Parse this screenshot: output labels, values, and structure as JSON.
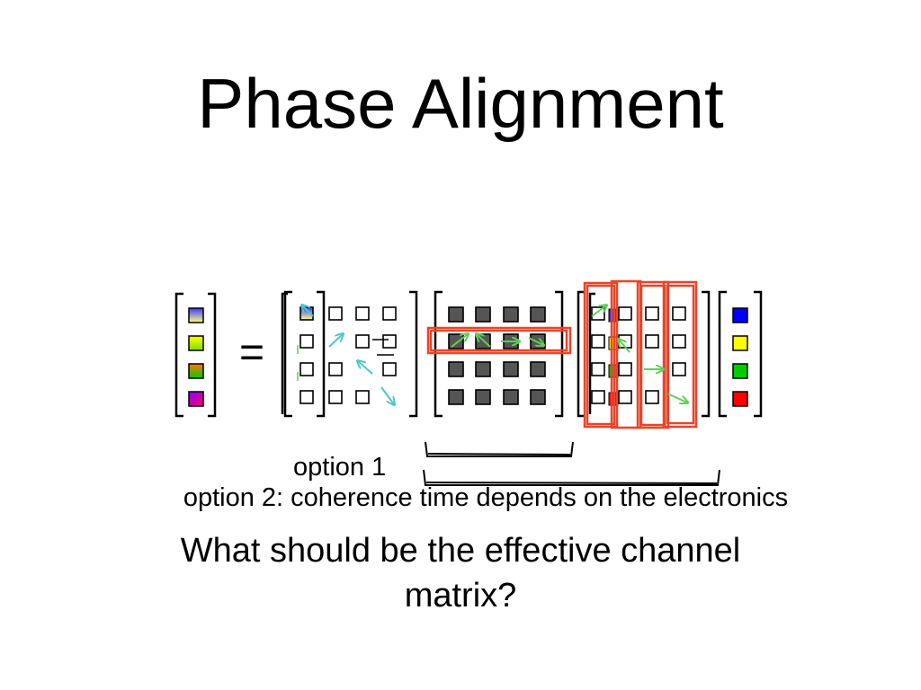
{
  "slide": {
    "title": "Phase Alignment",
    "option1_label": "option 1",
    "option2_label": "option 2: coherence time depends on the electronics",
    "question": "What should be the effective channel matrix?",
    "equals_sign": "="
  },
  "colors": {
    "red_box": "#e8452a",
    "green_arrow": "#5fce5a",
    "teal_arrow": "#4fc7c7",
    "dark_square": "#555555",
    "blue": "#0000ff",
    "yellow": "#ffff00",
    "green": "#00cc00",
    "red": "#ff0000"
  }
}
